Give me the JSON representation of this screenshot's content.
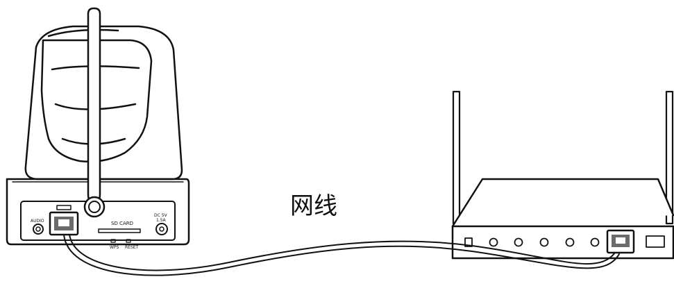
{
  "cable_label": "网线",
  "camera": {
    "port_labels": {
      "audio": "AUDIO",
      "sd_card": "SD CARD",
      "wps": "WPS",
      "reset": "RESET",
      "dc": "DC 5V",
      "dc_sub": "1.5A"
    }
  },
  "colors": {
    "line": "#111111",
    "background": "#ffffff",
    "port_fill": "#6b6b6b"
  }
}
